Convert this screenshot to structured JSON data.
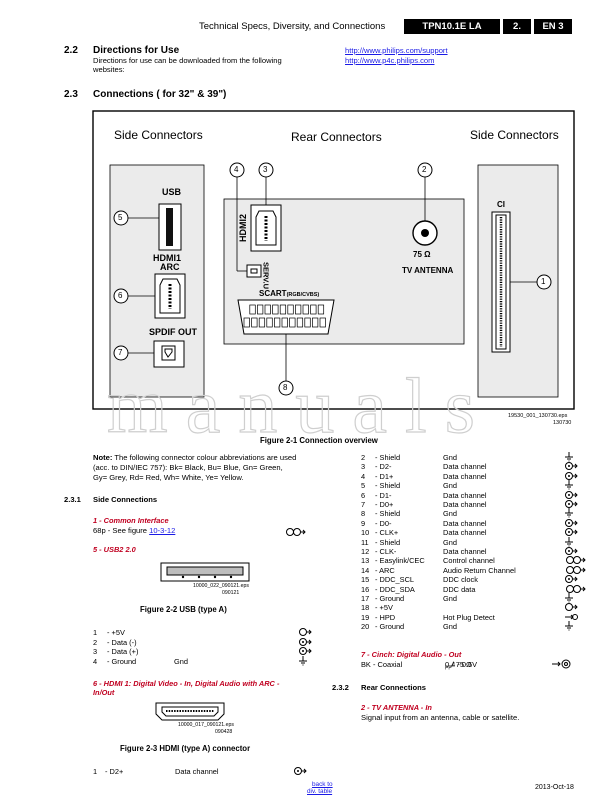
{
  "header": {
    "title": "Technical Specs, Diversity, and Connections",
    "model": "TPN10.1E LA",
    "chapter": "2.",
    "lang": "EN 3"
  },
  "s22": {
    "num": "2.2",
    "title": "Directions for Use",
    "text1": "Directions for use can be downloaded from the following",
    "text2": "websites:",
    "link1": "http://www.philips.com/support",
    "link2": "http://www.p4c.philips.com"
  },
  "s23": {
    "num": "2.3",
    "title": "Connections ( for 32\" & 39\")"
  },
  "diagram": {
    "side_left": "Side Connectors",
    "rear": "Rear Connectors",
    "side_right": "Side Connectors",
    "usb": "USB",
    "hdmi1": "HDMI1",
    "arc": "ARC",
    "spdif": "SPDIF OUT",
    "hdmi2": "HDMI2",
    "servu": "SERV.U",
    "ohm": "75 Ω",
    "tv_antenna": "TV ANTENNA",
    "scart": "SCART",
    "scart_sub": "(RGB/CVBS)",
    "ci": "CI",
    "n1": "1",
    "n2": "2",
    "n3": "3",
    "n4": "4",
    "n5": "5",
    "n6": "6",
    "n7": "7",
    "n8": "8",
    "file": "19530_001_130730.eps",
    "file_date": "130730",
    "caption": "Figure 2-1 Connection overview"
  },
  "note": {
    "label": "Note:",
    "l1": " The following connector colour abbreviations are used",
    "l2": "(acc. to DIN/IEC 757): Bk= Black, Bu= Blue, Gn= Green,",
    "l3": "Gy= Grey, Rd= Red, Wh= White, Ye= Yellow."
  },
  "s231": {
    "num": "2.3.1",
    "title": "Side Connections"
  },
  "ci_block": {
    "title": "1 - Common Interface",
    "text": "68p - See figure ",
    "link": "10-3-12"
  },
  "usb_block": {
    "title": "5 - USB2 2.0",
    "file": "10000_022_090121.eps",
    "file_date": "090121",
    "caption": "Figure 2-2  USB (type A)",
    "pins": [
      {
        "n": "1",
        "name": "- +5V",
        "desc": ""
      },
      {
        "n": "2",
        "name": "- Data (-)",
        "desc": ""
      },
      {
        "n": "3",
        "name": "- Data (+)",
        "desc": ""
      },
      {
        "n": "4",
        "name": "- Ground",
        "desc": "Gnd"
      }
    ]
  },
  "hdmi_block": {
    "title1": "6 - HDMI 1: Digital Video - In, Digital Audio with ARC -",
    "title2": "In/Out",
    "file": "10000_017_090121.eps",
    "file_date": "090428",
    "caption": "Figure 2-3 HDMI (type A) connector",
    "pin1": {
      "n": "1",
      "name": "- D2+",
      "desc": "Data channel"
    }
  },
  "right_pins": [
    {
      "n": "2",
      "name": "- Shield",
      "desc": "Gnd"
    },
    {
      "n": "3",
      "name": "- D2-",
      "desc": "Data channel"
    },
    {
      "n": "4",
      "name": "- D1+",
      "desc": "Data channel"
    },
    {
      "n": "5",
      "name": "- Shield",
      "desc": "Gnd"
    },
    {
      "n": "6",
      "name": "- D1-",
      "desc": "Data channel"
    },
    {
      "n": "7",
      "name": "- D0+",
      "desc": "Data channel"
    },
    {
      "n": "8",
      "name": "- Shield",
      "desc": "Gnd"
    },
    {
      "n": "9",
      "name": "- D0-",
      "desc": "Data channel"
    },
    {
      "n": "10",
      "name": "- CLK+",
      "desc": "Data channel"
    },
    {
      "n": "11",
      "name": "- Shield",
      "desc": "Gnd"
    },
    {
      "n": "12",
      "name": "- CLK-",
      "desc": "Data channel"
    },
    {
      "n": "13",
      "name": "- Easylink/CEC",
      "desc": "Control channel"
    },
    {
      "n": "14",
      "name": "- ARC",
      "desc": "Audio Return Channel"
    },
    {
      "n": "15",
      "name": "- DDC_SCL",
      "desc": "DDC clock"
    },
    {
      "n": "16",
      "name": "- DDC_SDA",
      "desc": "DDC data"
    },
    {
      "n": "17",
      "name": "- Ground",
      "desc": "Gnd"
    },
    {
      "n": "18",
      "name": "- +5V",
      "desc": ""
    },
    {
      "n": "19",
      "name": "- HPD",
      "desc": "Hot Plug Detect"
    },
    {
      "n": "20",
      "name": "- Ground",
      "desc": "Gnd"
    }
  ],
  "spdif_block": {
    "title": "7 - Cinch: Digital Audio - Out",
    "code": "BK",
    "name": "- Coaxial",
    "desc": "0.4 - 0.6V",
    "sub": "PP",
    "desc2": " / 75 Ω"
  },
  "s232": {
    "num": "2.3.2",
    "title": "Rear Connections"
  },
  "antenna_block": {
    "title": "2 - TV ANTENNA - In",
    "text": "Signal input from an antenna, cable or satellite."
  },
  "footer": {
    "back1": "back to",
    "back2": "div. table",
    "date": "2013-Oct-18"
  },
  "watermark_text": "manuals"
}
